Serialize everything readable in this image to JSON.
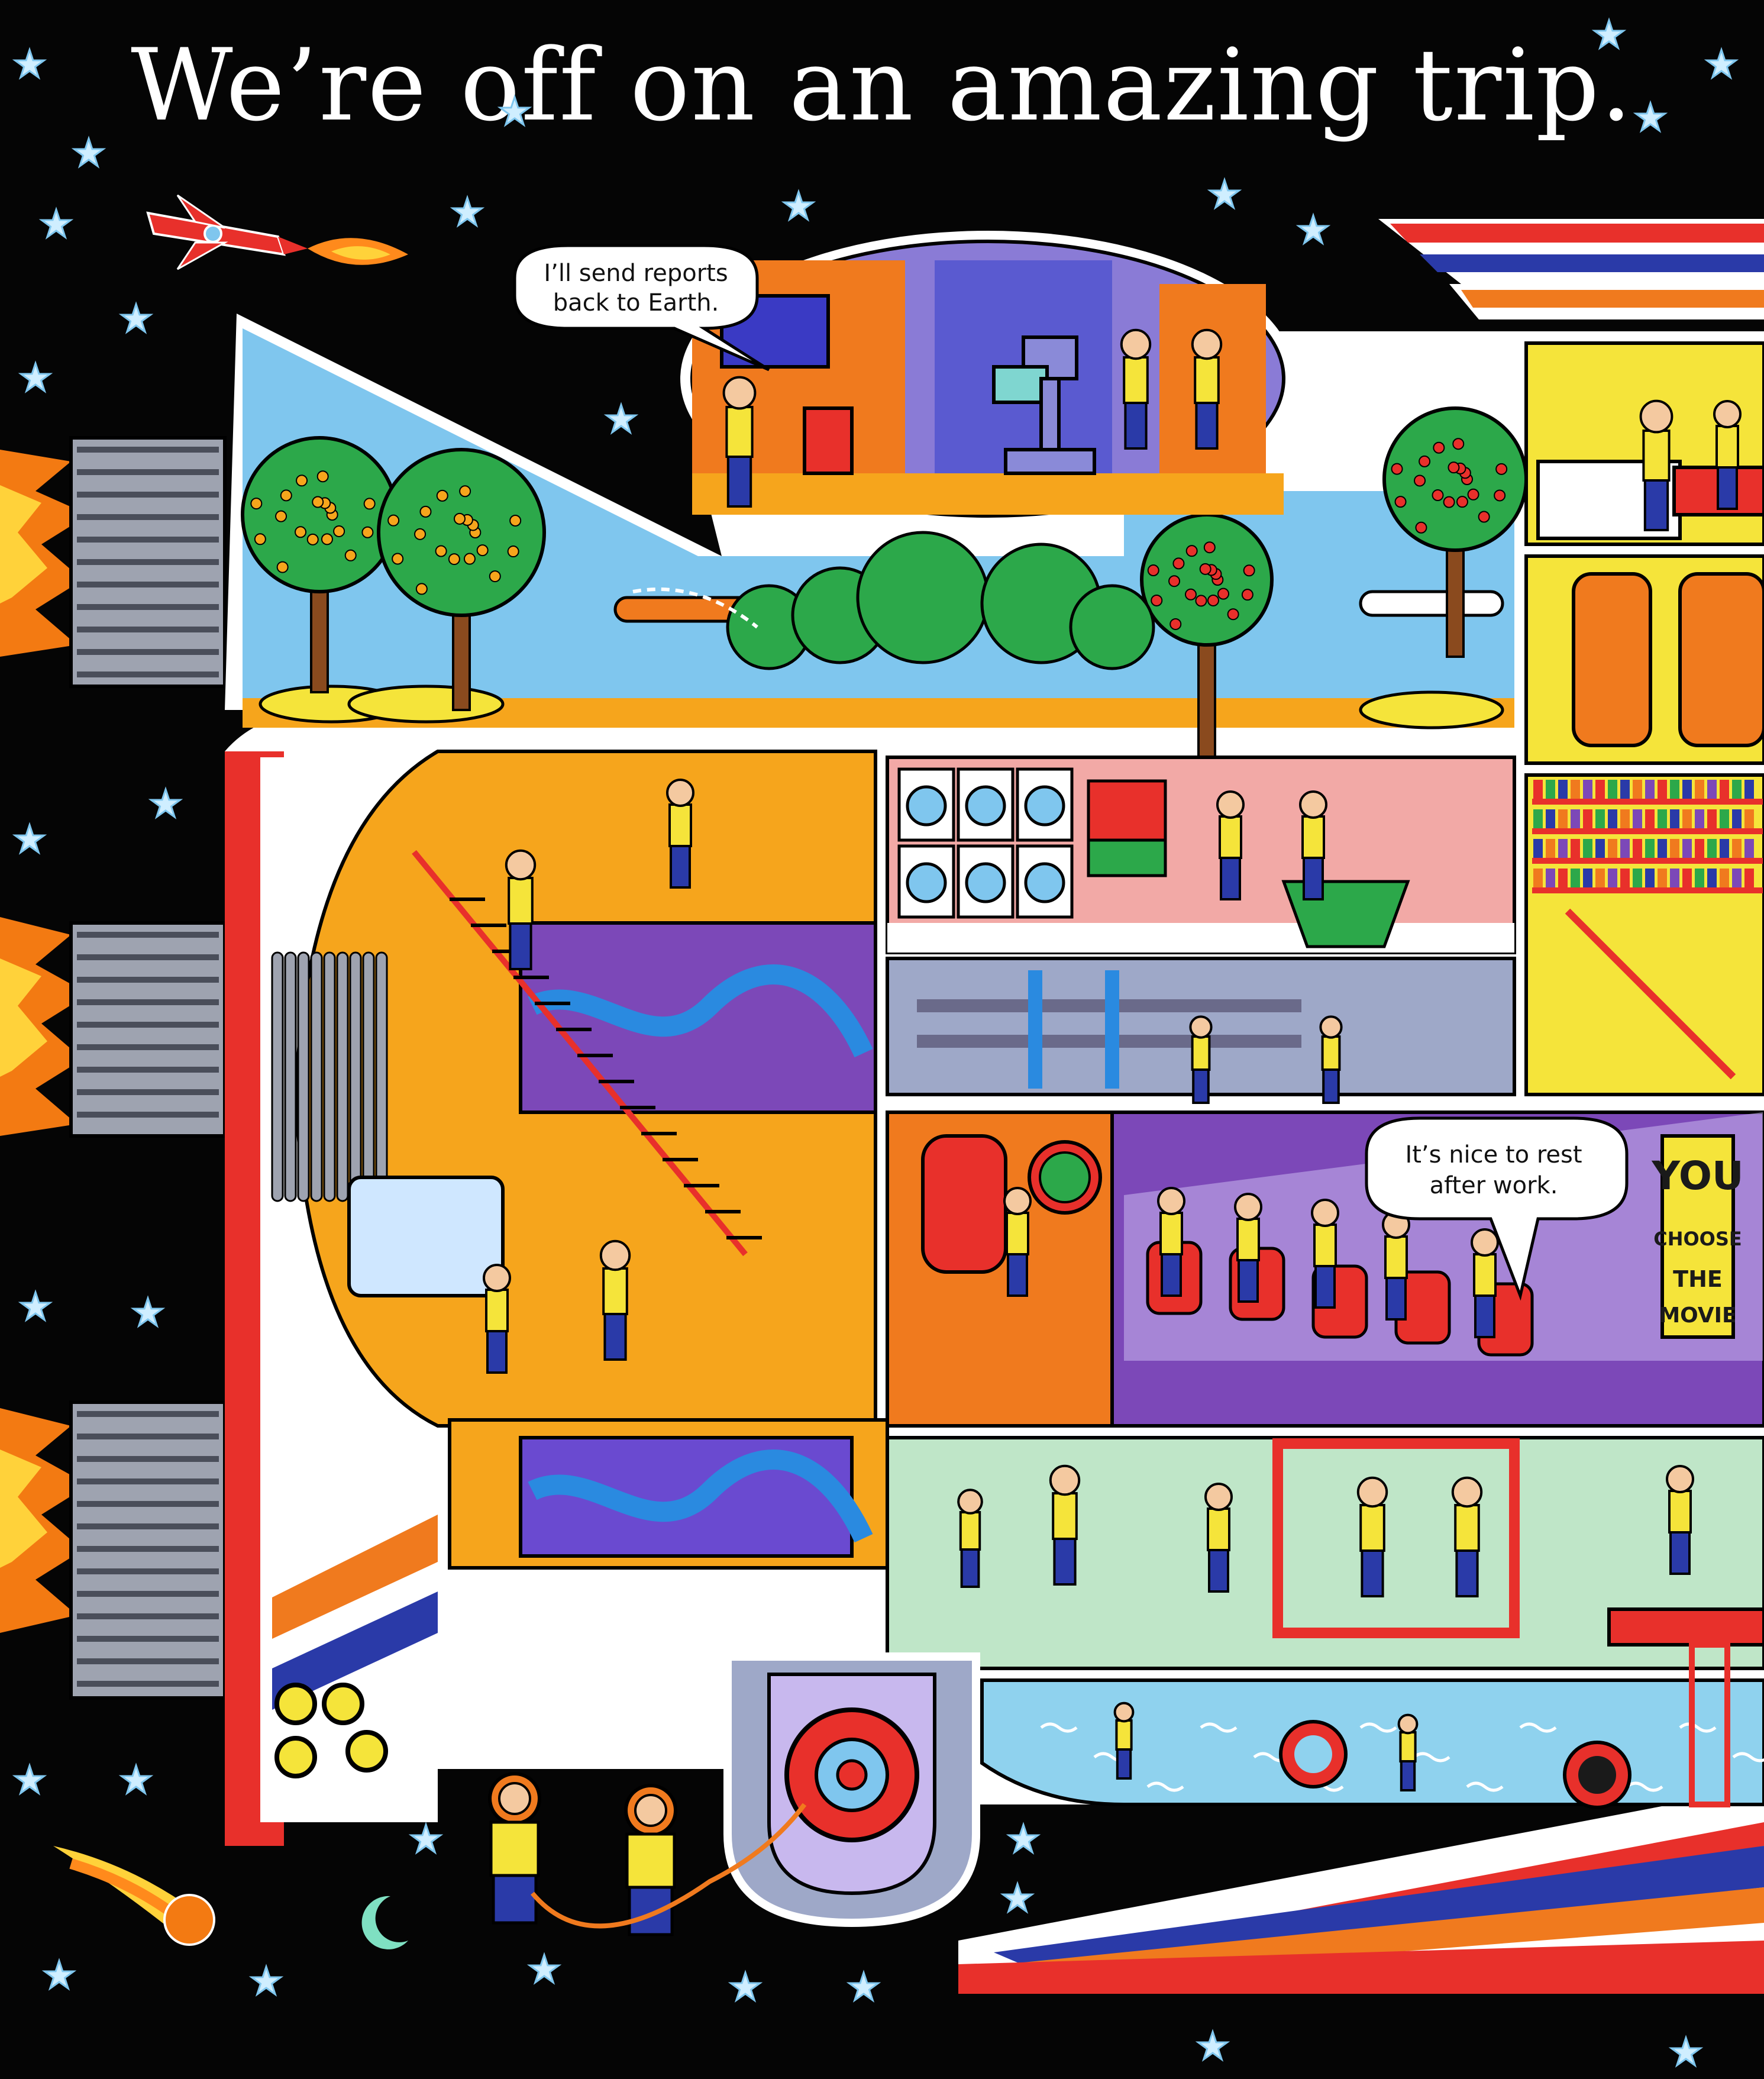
{
  "page": {
    "title": "We’re off on an amazing trip."
  },
  "speech_bubbles": {
    "reports": {
      "line1": "I’ll send reports",
      "line2": "back to Earth."
    },
    "rest": {
      "line1": "It’s nice to rest",
      "line2": "after work."
    }
  },
  "movie_poster": {
    "line1": "YOU",
    "line2": "CHOOSE",
    "line3": "THE",
    "line4": "MOVIE"
  },
  "colors": {
    "space": "#050505",
    "hull_outline": "#ffffff",
    "stripe_red": "#e8302b",
    "stripe_blue": "#2a3aa8",
    "stripe_orange": "#f07a1e",
    "garden_sky": "#7fc6ee",
    "engine_yellow": "#f6a51c",
    "laundry_pink": "#f2a9a6",
    "cinema_purple": "#7c48b8",
    "gym_green": "#bfe6c8",
    "pool_blue": "#8fd2ee",
    "kitchen_yellow": "#f5e43a",
    "flame": "#f37a12"
  },
  "icons": [
    "star-icon",
    "rocket-icon",
    "comet-icon",
    "moon-icon",
    "flame-icon"
  ]
}
